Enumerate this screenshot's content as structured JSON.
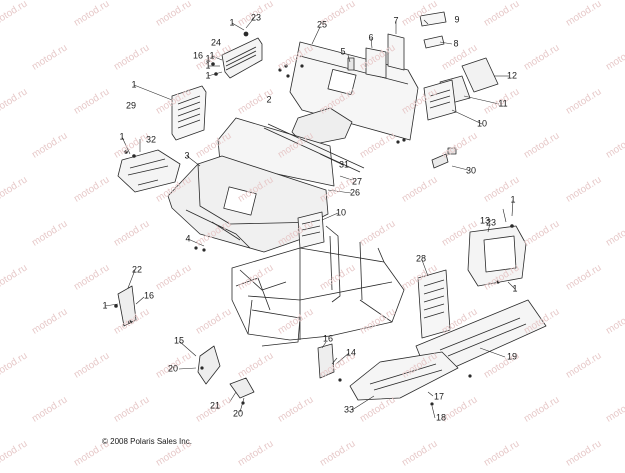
{
  "watermark": "motod.ru",
  "copyright": "© 2008 Polaris Sales Inc.",
  "callouts": [
    "1",
    "2",
    "3",
    "4",
    "5",
    "6",
    "7",
    "8",
    "9",
    "10",
    "11",
    "12",
    "13",
    "14",
    "15",
    "16",
    "17",
    "18",
    "19",
    "20",
    "21",
    "22",
    "23",
    "24",
    "25",
    "26",
    "27",
    "28",
    "29",
    "30",
    "31",
    "32",
    "33"
  ],
  "colors": {
    "line": "#2a2a2a",
    "watermark": "#e7c9c9",
    "background": "#ffffff"
  }
}
